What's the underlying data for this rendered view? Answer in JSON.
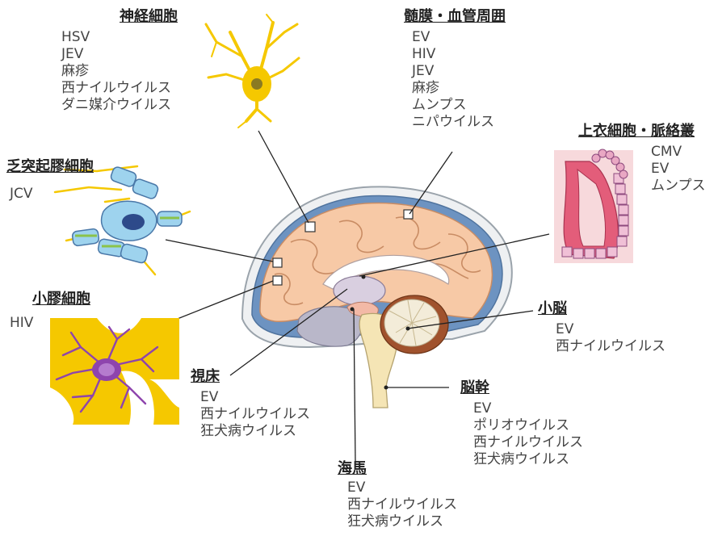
{
  "regions": {
    "neuron": {
      "title": "神経細胞",
      "viruses": [
        "HSV",
        "JEV",
        "麻疹",
        "西ナイルウイルス",
        "ダニ媒介ウイルス"
      ]
    },
    "meninges": {
      "title": "髄膜・血管周囲",
      "viruses": [
        "EV",
        "HIV",
        "JEV",
        "麻疹",
        "ムンプス",
        "ニパウイルス"
      ]
    },
    "ependymal": {
      "title": "上衣細胞・脈絡叢",
      "viruses": [
        "CMV",
        "EV",
        "ムンプス"
      ]
    },
    "oligodendrocyte": {
      "title": "乏突起膠細胞",
      "viruses": [
        "JCV"
      ]
    },
    "microglia": {
      "title": "小膠細胞",
      "viruses": [
        "HIV"
      ]
    },
    "cerebellum": {
      "title": "小脳",
      "viruses": [
        "EV",
        "西ナイルウイルス"
      ]
    },
    "thalamus": {
      "title": "視床",
      "viruses": [
        "EV",
        "西ナイルウイルス",
        "狂犬病ウイルス"
      ]
    },
    "brainstem": {
      "title": "脳幹",
      "viruses": [
        "EV",
        "ポリオウイルス",
        "西ナイルウイルス",
        "狂犬病ウイルス"
      ]
    },
    "hippocampus": {
      "title": "海馬",
      "viruses": [
        "EV",
        "西ナイルウイルス",
        "狂犬病ウイルス"
      ]
    }
  },
  "colors": {
    "brain_cortex": "#f7c9a6",
    "brain_outline": "#5c7fa8",
    "cerebellum": "#a0522d",
    "neuron": "#f5c800",
    "microglia": "#8e44ad",
    "oligodendrocyte": "#9ed3ee",
    "ependymal_tissue": "#e35d7a"
  }
}
